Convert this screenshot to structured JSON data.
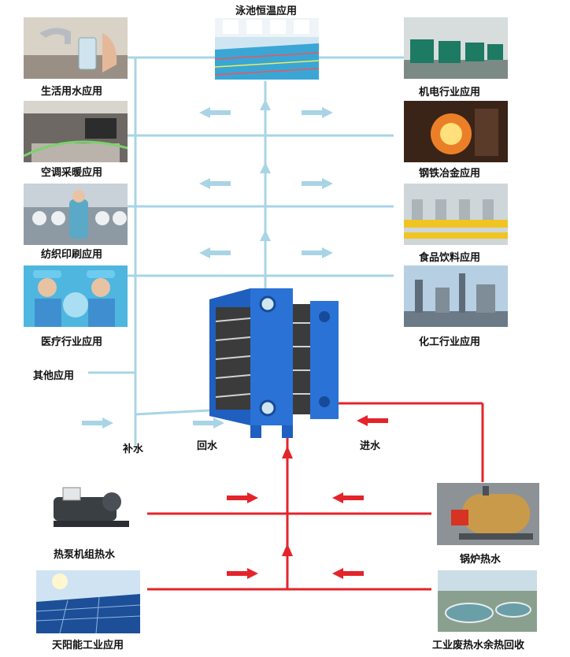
{
  "title": "泳池恒温应用",
  "left_apps": [
    {
      "label": "生活用水应用",
      "icon": "faucet-water-photo"
    },
    {
      "label": "空调采暖应用",
      "icon": "living-room-photo"
    },
    {
      "label": "纺织印刷应用",
      "icon": "textile-factory-photo"
    },
    {
      "label": "医疗行业应用",
      "icon": "medical-staff-photo"
    }
  ],
  "other_label": "其他应用",
  "right_apps": [
    {
      "label": "机电行业应用",
      "icon": "generator-room-photo"
    },
    {
      "label": "钢铁冶金应用",
      "icon": "steel-furnace-photo"
    },
    {
      "label": "食品饮料应用",
      "icon": "bottling-line-photo"
    },
    {
      "label": "化工行业应用",
      "icon": "chemical-plant-photo"
    }
  ],
  "flow_labels": {
    "makeup": "补水",
    "return": "回水",
    "inlet": "进水"
  },
  "sources_left": [
    {
      "label": "热泵机组热水",
      "icon": "heat-pump-unit-photo"
    },
    {
      "label": "天阳能工业应用",
      "icon": "solar-panel-photo"
    }
  ],
  "sources_right": [
    {
      "label": "锅炉热水",
      "icon": "boiler-photo"
    },
    {
      "label": "工业废热水余热回收",
      "icon": "water-treatment-photo"
    }
  ],
  "colors": {
    "cold": "#a9d4e6",
    "hot": "#e4242b",
    "exchanger": "#2060c0"
  }
}
